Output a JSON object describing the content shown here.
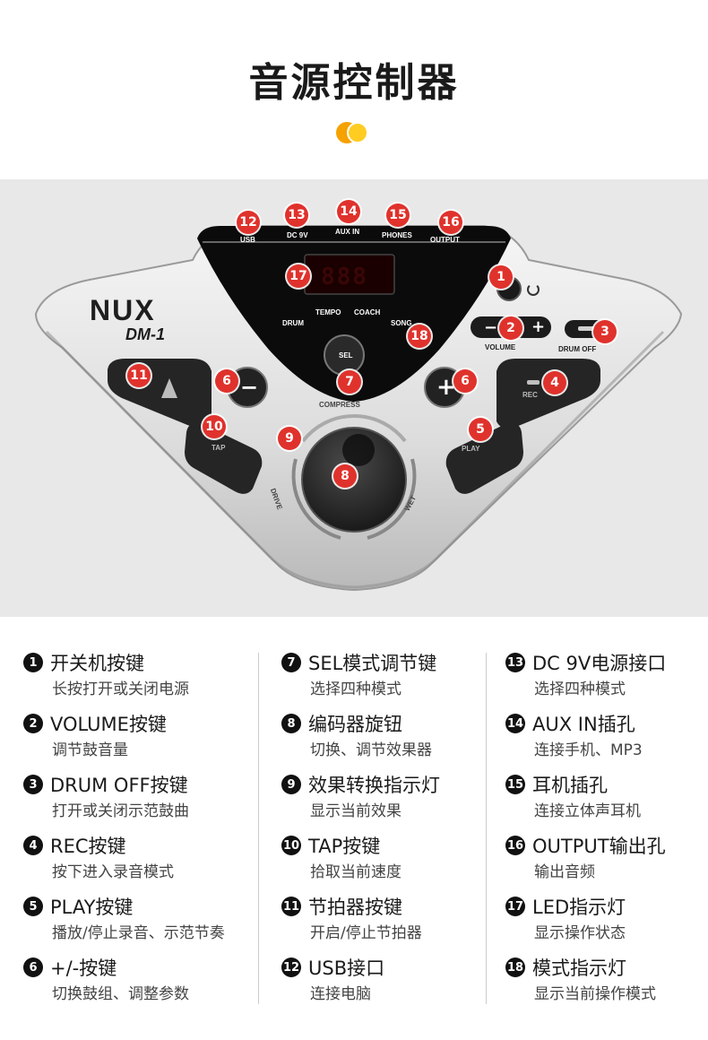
{
  "page": {
    "title": "音源控制器"
  },
  "device": {
    "brand": "NUX",
    "model": "DM-1",
    "led_digits": "888",
    "top_ports": [
      {
        "num": "12",
        "label": "USB"
      },
      {
        "num": "13",
        "label": "DC 9V"
      },
      {
        "num": "14",
        "label": "AUX IN"
      },
      {
        "num": "15",
        "label": "PHONES"
      },
      {
        "num": "16",
        "label": "OUTPUT"
      }
    ],
    "mode_labels": [
      "DRUM",
      "TEMPO",
      "COACH",
      "SONG"
    ],
    "sel_label": "SEL",
    "rec_label": "REC",
    "play_label": "PLAY",
    "tap_label": "TAP",
    "volume_label": "VOLUME",
    "drum_off_label": "DRUM OFF",
    "dial_top": "COMPRESS",
    "dial_left": "DRIVE",
    "dial_right": "WET",
    "minus": "−",
    "plus": "+",
    "badges": {
      "power": "1",
      "volume": "2",
      "drum_off": "3",
      "rec": "4",
      "play": "5",
      "minus": "6",
      "plus": "6",
      "sel": "7",
      "dial": "8",
      "effect_ring": "9",
      "tap": "10",
      "metronome": "11",
      "led": "17",
      "mode": "18"
    },
    "colors": {
      "badge": "#e0322c",
      "panel_black": "#0b0b0b",
      "body_silver": "#e4e4e4",
      "button_dark": "#2a2a2a"
    }
  },
  "legend": {
    "col1": [
      {
        "num": "1",
        "title": "开关机按键",
        "desc": "长按打开或关闭电源"
      },
      {
        "num": "2",
        "title": "VOLUME按键",
        "desc": "调节鼓音量"
      },
      {
        "num": "3",
        "title": "DRUM OFF按键",
        "desc": "打开或关闭示范鼓曲"
      },
      {
        "num": "4",
        "title": "REC按键",
        "desc": "按下进入录音模式"
      },
      {
        "num": "5",
        "title": "PLAY按键",
        "desc": "播放/停止录音、示范节奏"
      },
      {
        "num": "6",
        "title": "+/-按键",
        "desc": "切换鼓组、调整参数"
      }
    ],
    "col2": [
      {
        "num": "7",
        "title": "SEL模式调节键",
        "desc": "选择四种模式"
      },
      {
        "num": "8",
        "title": "编码器旋钮",
        "desc": "切换、调节效果器"
      },
      {
        "num": "9",
        "title": "效果转换指示灯",
        "desc": "显示当前效果"
      },
      {
        "num": "10",
        "title": "TAP按键",
        "desc": "拾取当前速度"
      },
      {
        "num": "11",
        "title": "节拍器按键",
        "desc": "开启/停止节拍器"
      },
      {
        "num": "12",
        "title": "USB接口",
        "desc": "连接电脑"
      }
    ],
    "col3": [
      {
        "num": "13",
        "title": "DC 9V电源接口",
        "desc": "选择四种模式"
      },
      {
        "num": "14",
        "title": "AUX IN插孔",
        "desc": "连接手机、MP3"
      },
      {
        "num": "15",
        "title": "耳机插孔",
        "desc": "连接立体声耳机"
      },
      {
        "num": "16",
        "title": "OUTPUT输出孔",
        "desc": "输出音频"
      },
      {
        "num": "17",
        "title": "LED指示灯",
        "desc": "显示操作状态"
      },
      {
        "num": "18",
        "title": "模式指示灯",
        "desc": "显示当前操作模式"
      }
    ]
  }
}
